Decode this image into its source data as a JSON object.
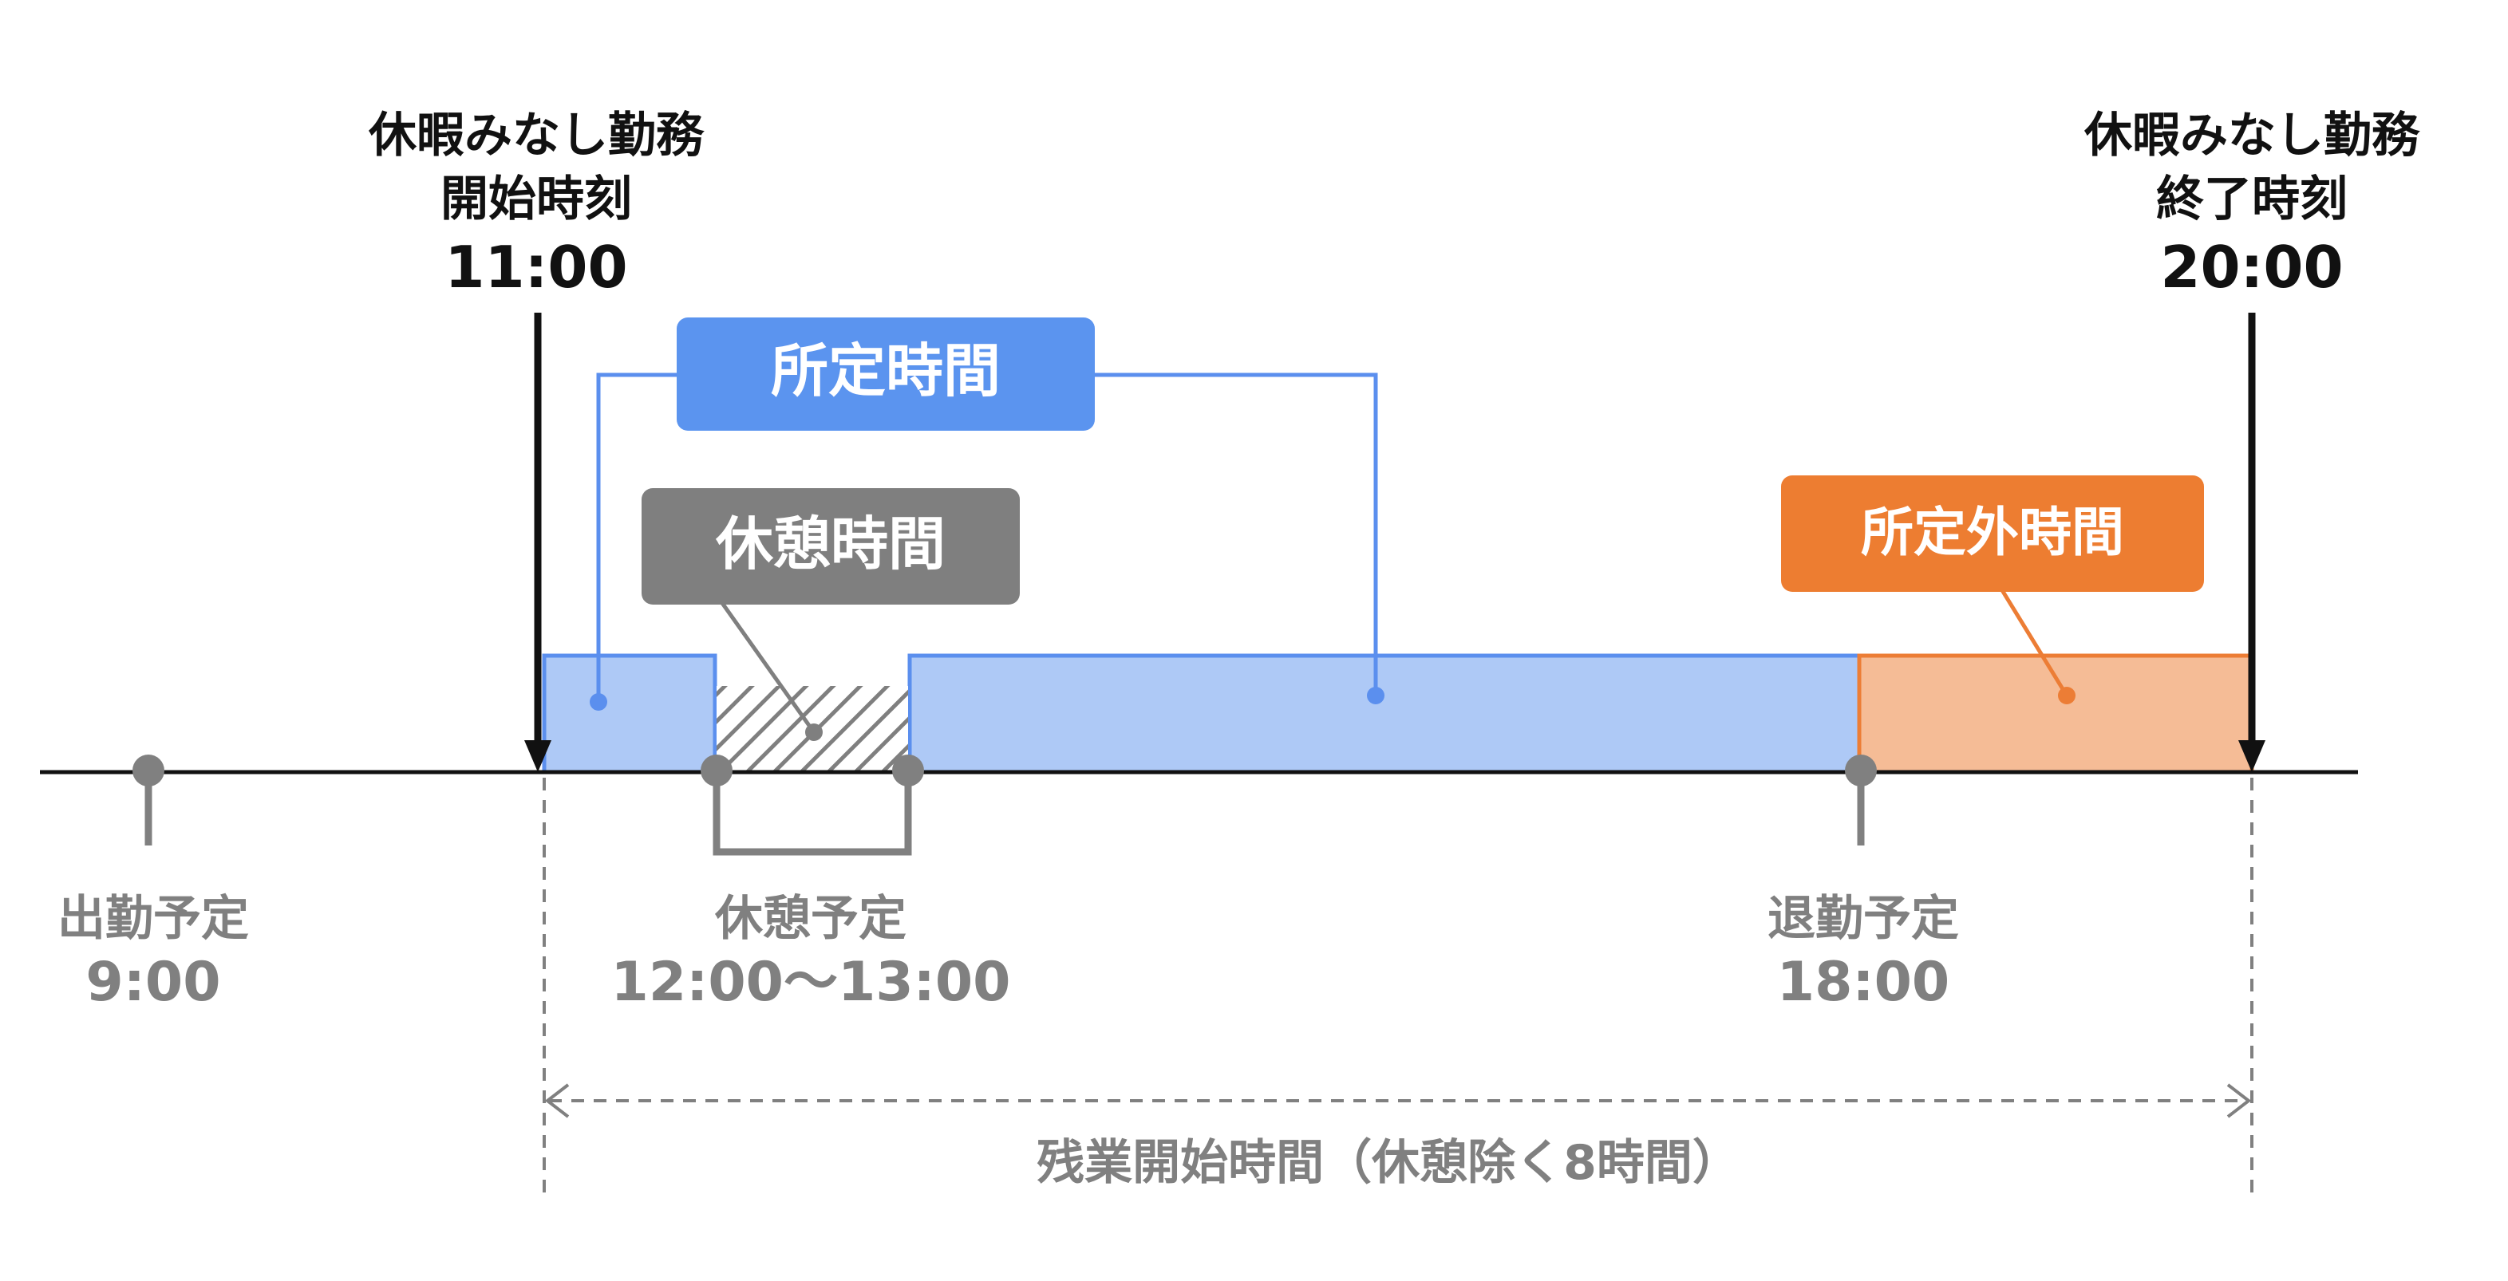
{
  "colors": {
    "blue_fill": "#aec9f6",
    "blue_stroke": "#5b8fee",
    "blue_label_bg": "#5b94ef",
    "orange_fill": "#f5bc96",
    "orange_stroke": "#ec7d35",
    "orange_label_bg": "#ed7d31",
    "gray": "#808080",
    "gray_label_bg": "#7f7f7f",
    "black": "#111111"
  },
  "start_marker": {
    "line1": "休暇みなし勤務",
    "line2": "開始時刻",
    "time": "11:00"
  },
  "end_marker": {
    "line1": "休暇みなし勤務",
    "line2": "終了時刻",
    "time": "20:00"
  },
  "callouts": {
    "scheduled": "所定時間",
    "break": "休憩時間",
    "non_scheduled": "所定外時間"
  },
  "schedule_points": {
    "clock_in": {
      "label": "出勤予定",
      "time": "9:00"
    },
    "break": {
      "label": "休憩予定",
      "time": "12:00〜13:00"
    },
    "clock_out": {
      "label": "退勤予定",
      "time": "18:00"
    }
  },
  "span": {
    "label": "残業開始時間（休憩除く8時間）"
  }
}
